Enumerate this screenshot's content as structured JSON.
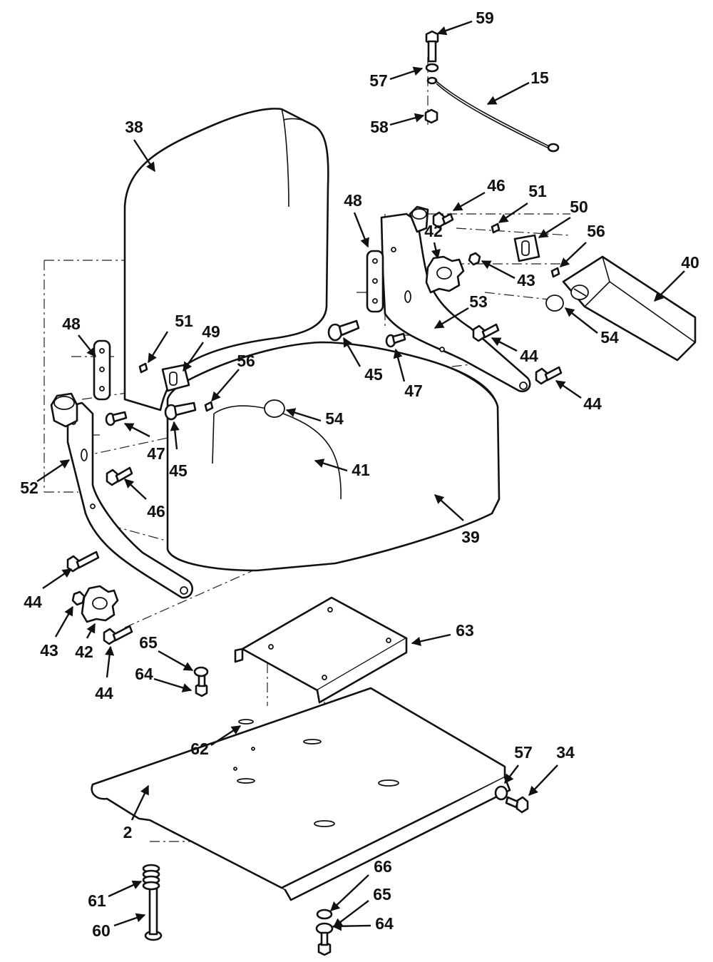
{
  "callouts": [
    {
      "id": "c59",
      "label": "59"
    },
    {
      "id": "c57a",
      "label": "57"
    },
    {
      "id": "c15",
      "label": "15"
    },
    {
      "id": "c58",
      "label": "58"
    },
    {
      "id": "c38",
      "label": "38"
    },
    {
      "id": "c48a",
      "label": "48"
    },
    {
      "id": "c46a",
      "label": "46"
    },
    {
      "id": "c51a",
      "label": "51"
    },
    {
      "id": "c50",
      "label": "50"
    },
    {
      "id": "c42a",
      "label": "42"
    },
    {
      "id": "c56a",
      "label": "56"
    },
    {
      "id": "c40",
      "label": "40"
    },
    {
      "id": "c43a",
      "label": "43"
    },
    {
      "id": "c53",
      "label": "53"
    },
    {
      "id": "c54a",
      "label": "54"
    },
    {
      "id": "c44a",
      "label": "44"
    },
    {
      "id": "c45a",
      "label": "45"
    },
    {
      "id": "c47a",
      "label": "47"
    },
    {
      "id": "c44b",
      "label": "44"
    },
    {
      "id": "c48b",
      "label": "48"
    },
    {
      "id": "c51b",
      "label": "51"
    },
    {
      "id": "c49",
      "label": "49"
    },
    {
      "id": "c56b",
      "label": "56"
    },
    {
      "id": "c54b",
      "label": "54"
    },
    {
      "id": "c47b",
      "label": "47"
    },
    {
      "id": "c45b",
      "label": "45"
    },
    {
      "id": "c41",
      "label": "41"
    },
    {
      "id": "c52",
      "label": "52"
    },
    {
      "id": "c46b",
      "label": "46"
    },
    {
      "id": "c39",
      "label": "39"
    },
    {
      "id": "c44c",
      "label": "44"
    },
    {
      "id": "c43b",
      "label": "43"
    },
    {
      "id": "c42b",
      "label": "42"
    },
    {
      "id": "c44d",
      "label": "44"
    },
    {
      "id": "c63",
      "label": "63"
    },
    {
      "id": "c65a",
      "label": "65"
    },
    {
      "id": "c64a",
      "label": "64"
    },
    {
      "id": "c62",
      "label": "62"
    },
    {
      "id": "c57b",
      "label": "57"
    },
    {
      "id": "c34",
      "label": "34"
    },
    {
      "id": "c2",
      "label": "2"
    },
    {
      "id": "c66",
      "label": "66"
    },
    {
      "id": "c61",
      "label": "61"
    },
    {
      "id": "c65b",
      "label": "65"
    },
    {
      "id": "c60",
      "label": "60"
    },
    {
      "id": "c64b",
      "label": "64"
    }
  ]
}
